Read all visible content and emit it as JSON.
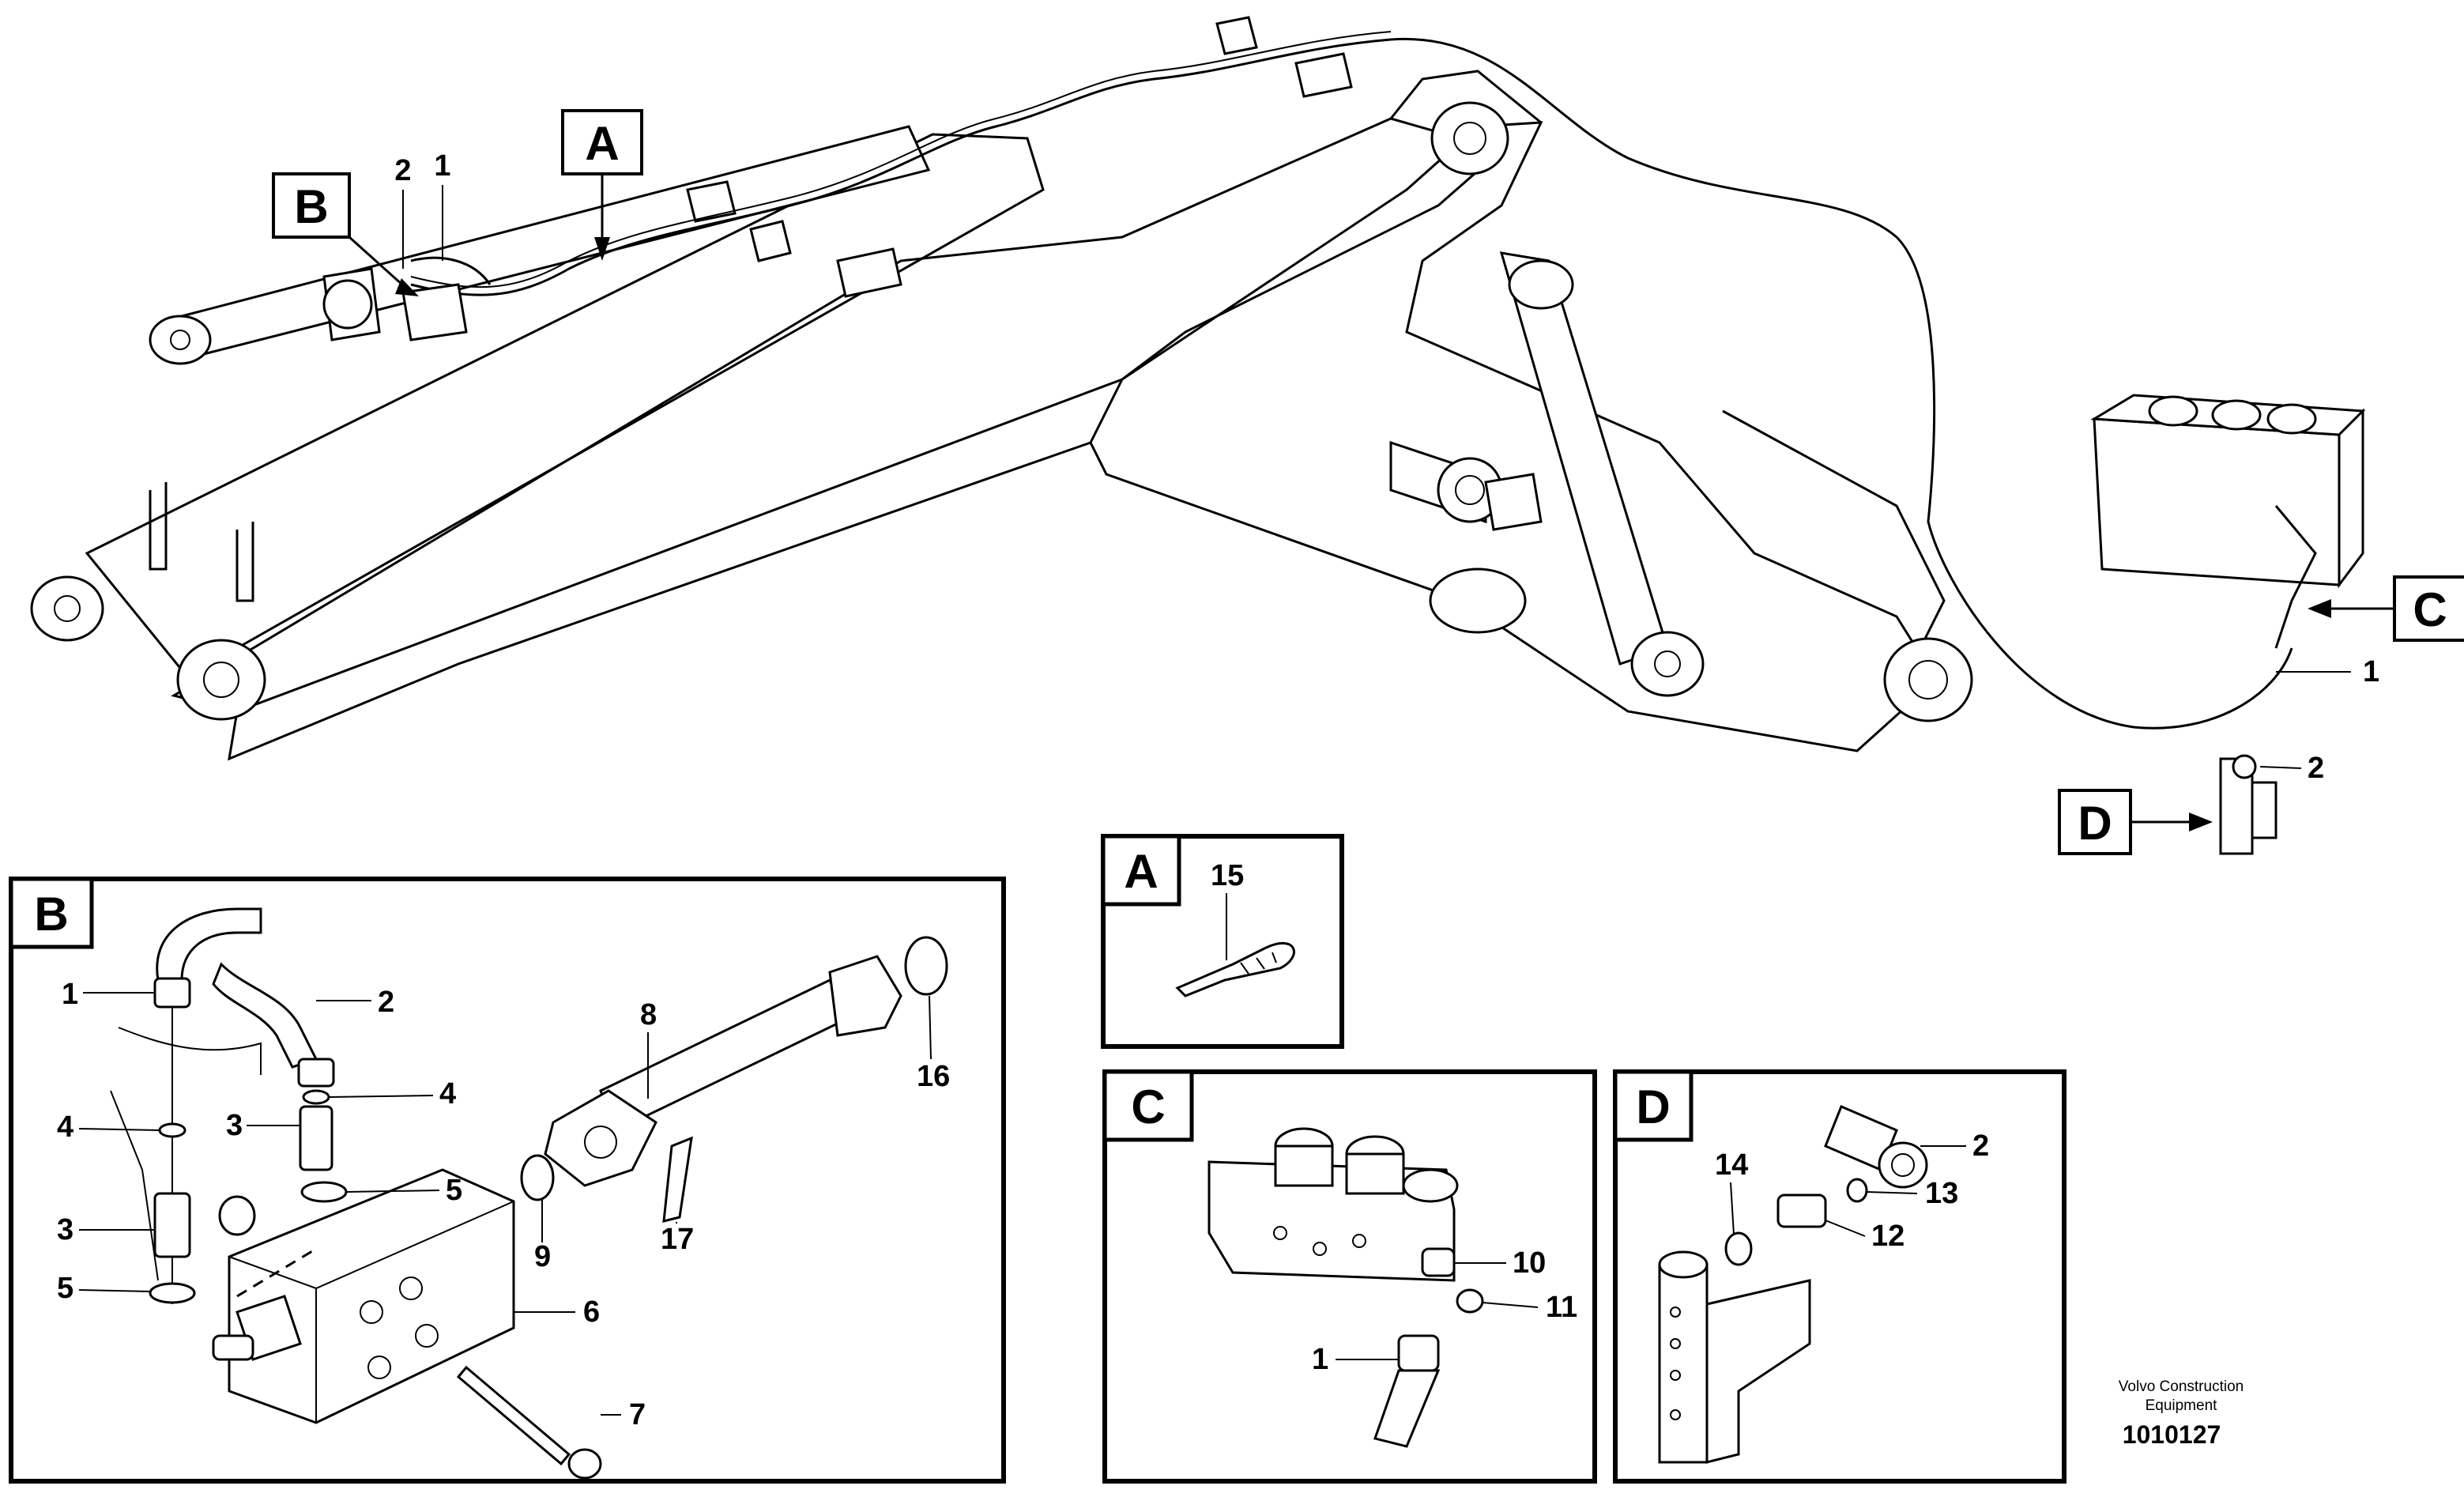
{
  "overview": {
    "callouts": {
      "A": "A",
      "B": "B",
      "C": "C",
      "D": "D"
    },
    "labels": {
      "cyl_2": "2",
      "cyl_1": "1",
      "hose_1": "1",
      "bracket_2": "2"
    }
  },
  "panel_a": {
    "title": "A",
    "labels": {
      "p15": "15"
    }
  },
  "panel_b": {
    "title": "B",
    "labels": {
      "p1": "1",
      "p2": "2",
      "p4_left": "4",
      "p4_right": "4",
      "p3_upper": "3",
      "p3_lower": "3",
      "p5_right": "5",
      "p5_left": "5",
      "p6": "6",
      "p7": "7",
      "p8": "8",
      "p9": "9",
      "p16": "16",
      "p17": "17"
    }
  },
  "panel_c": {
    "title": "C",
    "labels": {
      "p10": "10",
      "p11": "11",
      "p1": "1"
    }
  },
  "panel_d": {
    "title": "D",
    "labels": {
      "p2": "2",
      "p14": "14",
      "p13": "13",
      "p12": "12"
    }
  },
  "footer": {
    "credit_line1": "Volvo Construction",
    "credit_line2": "Equipment",
    "doc_number": "1010127"
  }
}
